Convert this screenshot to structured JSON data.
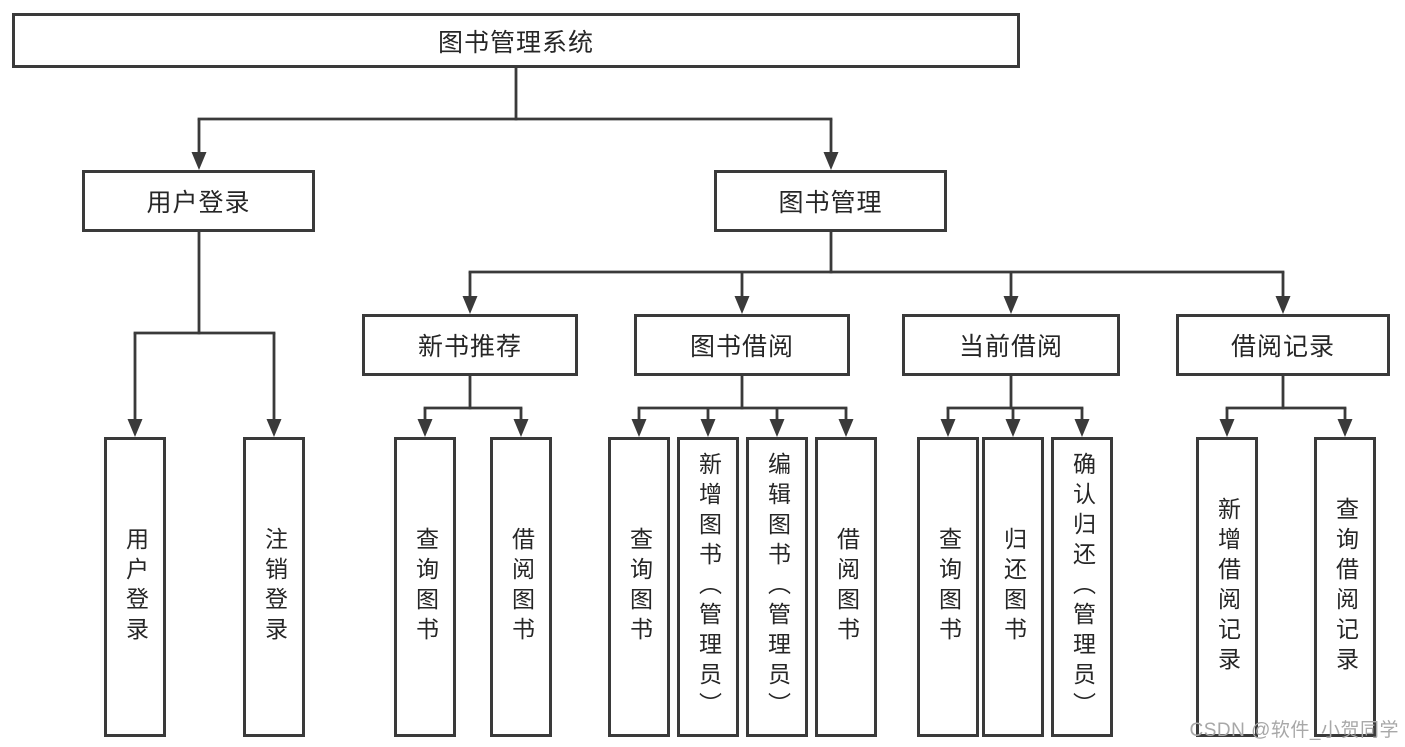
{
  "title": "图书管理系统",
  "watermark": "CSDN @软件_小贺同学",
  "colors": {
    "line": "#3a3a3a",
    "text": "#262626",
    "watermark": "#a8a8a8",
    "background": "#ffffff"
  },
  "nodes": {
    "root": {
      "label": "图书管理系统"
    },
    "level2": [
      {
        "label": "用户登录"
      },
      {
        "label": "图书管理"
      }
    ],
    "level3": [
      {
        "label": "新书推荐",
        "parent": "图书管理"
      },
      {
        "label": "图书借阅",
        "parent": "图书管理"
      },
      {
        "label": "当前借阅",
        "parent": "图书管理"
      },
      {
        "label": "借阅记录",
        "parent": "图书管理"
      }
    ],
    "level4": [
      {
        "label": "用户登录",
        "parent": "用户登录"
      },
      {
        "label": "注销登录",
        "parent": "用户登录"
      },
      {
        "label": "查询图书",
        "parent": "新书推荐"
      },
      {
        "label": "借阅图书",
        "parent": "新书推荐"
      },
      {
        "label": "查询图书",
        "parent": "图书借阅"
      },
      {
        "label": "新增图书（管理员）",
        "parent": "图书借阅"
      },
      {
        "label": "编辑图书（管理员）",
        "parent": "图书借阅"
      },
      {
        "label": "借阅图书",
        "parent": "图书借阅"
      },
      {
        "label": "查询图书",
        "parent": "当前借阅"
      },
      {
        "label": "归还图书",
        "parent": "当前借阅"
      },
      {
        "label": "确认归还（管理员）",
        "parent": "当前借阅"
      },
      {
        "label": "新增借阅记录",
        "parent": "借阅记录"
      },
      {
        "label": "查询借阅记录",
        "parent": "借阅记录"
      }
    ]
  }
}
